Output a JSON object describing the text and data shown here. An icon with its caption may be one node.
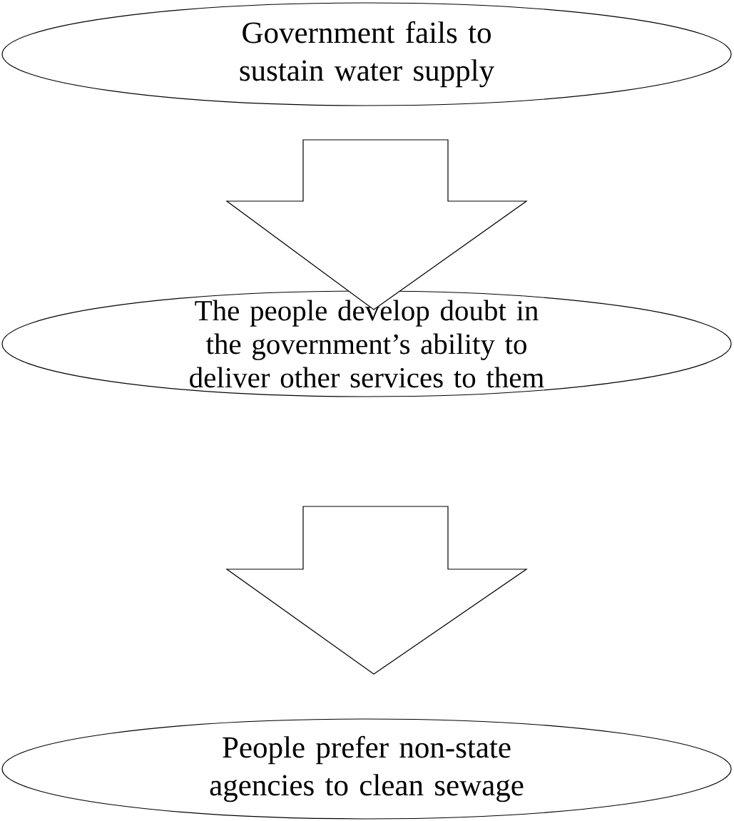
{
  "diagram": {
    "nodes": [
      {
        "text": [
          "Government fails to sustain water supply"
        ]
      },
      {
        "text": [
          "The people develop doubt in the government’s ability to deliver other services to them"
        ]
      },
      {
        "text": [
          "People prefer non-state agencies to clean sewage"
        ]
      }
    ],
    "edges": [
      {
        "from": 0,
        "to": 1,
        "arrow": "to"
      },
      {
        "from": 1,
        "to": 2,
        "arrow": "to"
      }
    ]
  }
}
